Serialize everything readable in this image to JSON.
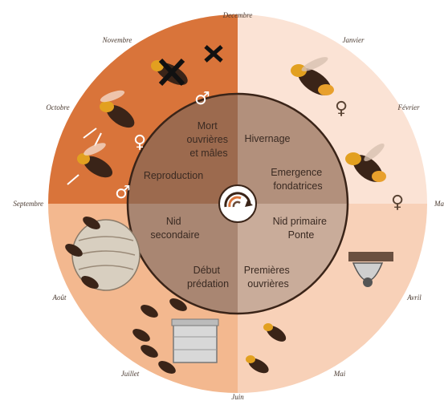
{
  "months": {
    "decembre": "Decembre",
    "janvier": "Janvier",
    "fevrier": "Février",
    "mars": "Mar",
    "avril": "Avril",
    "mai": "Mai",
    "juin": "Juin",
    "juillet": "Juillet",
    "aout": "Août",
    "septembre": "Septembre",
    "octobre": "Octobre",
    "novembre": "Novembre"
  },
  "phases": {
    "top_left": [
      "Mort",
      "ouvrières",
      "et mâles"
    ],
    "reproduction": "Reproduction",
    "top_right_1": "Hivernage",
    "top_right_2": [
      "Emergence",
      "fondatrices"
    ],
    "bottom_left_1": [
      "Nid",
      "secondaire"
    ],
    "bottom_left_2": [
      "Début",
      "prédation"
    ],
    "bottom_right_1": [
      "Nid primaire",
      "Ponte"
    ],
    "bottom_right_2": [
      "Premières",
      "ouvrières"
    ]
  },
  "symbols": {
    "male": "♂",
    "female": "♀"
  },
  "colors": {
    "autumn_outer": "#d9743a",
    "winter_outer": "#fbe3d5",
    "spring_outer": "#f8d1b8",
    "summer_outer": "#f3b88f",
    "inner_tl": "#9c6a4e",
    "inner_tr": "#b2907c",
    "inner_bl": "#a98672",
    "inner_br": "#c9ac9a",
    "ring_line": "#3a2418"
  }
}
